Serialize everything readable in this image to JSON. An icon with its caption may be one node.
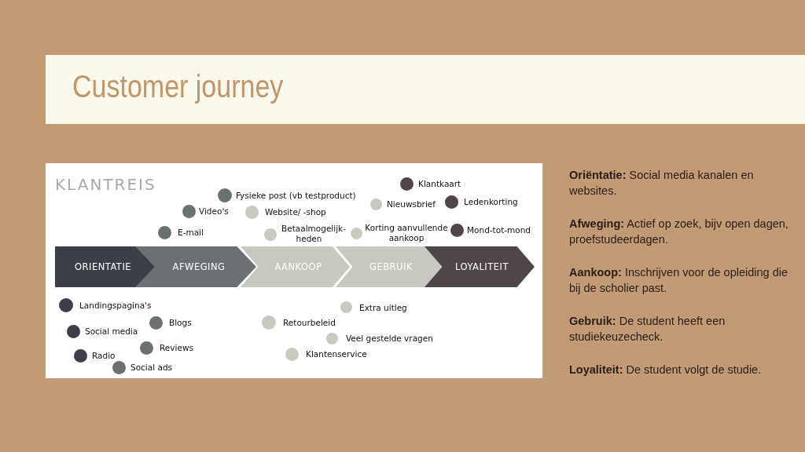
{
  "diagram": {
    "title": "Customer journey",
    "nodes": [
      {
        "text": [
          "ORIENTATIE"
        ]
      },
      {
        "text": [
          "AFWEGING"
        ]
      },
      {
        "text": [
          "AANKOOP"
        ]
      },
      {
        "text": [
          "GEBRUIK"
        ]
      },
      {
        "text": [
          "LOYALITEIT"
        ]
      }
    ],
    "labels": [
      "KLANTREIS",
      "Klantkaart",
      "Fysieke post (vb testproduct)",
      "Nieuwsbrief",
      "Ledenkorting",
      "Video's",
      "Website/ -shop",
      "E-mail",
      "Betaalmogelijk- heden",
      "Korting aanvullende aankoop",
      "Mond-tot-mond",
      "Landingspagina's",
      "Extra uitleg",
      "Blogs",
      "Retourbeleid",
      "Social media",
      "Veel gestelde vragen",
      "Reviews",
      "Radio",
      "Klantenservice",
      "Social ads",
      "**Oriëntatie:** Social media kanalen en websites.",
      "**Afweging:** Actief op zoek, bijv open dagen, proefstudeerdagen.",
      "**Aankoop:** Inschrijven voor de opleiding die bij de scholier past.",
      "**Gebruik:** De student heeft een studiekeuzecheck.",
      "**Loyaliteit:** De student volgt de studie."
    ]
  }
}
